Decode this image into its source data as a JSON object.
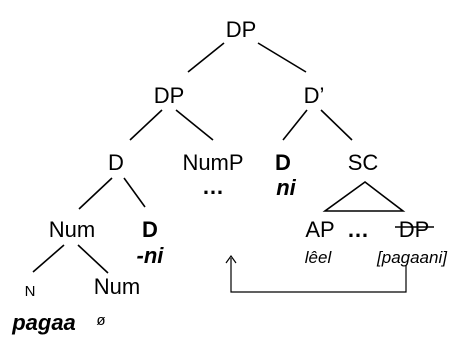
{
  "diagram": {
    "nodes": {
      "dp_root": "DP",
      "dp_left": "DP",
      "d_bar": "D’",
      "d_lower": "D",
      "nump": "NumP",
      "d_ni": "D",
      "sc": "SC",
      "nump_dots": "…",
      "ni": "ni",
      "num": "Num",
      "d_suffix": "D",
      "ap": "AP",
      "ap_dots": "…",
      "dp_struck": "DP",
      "suffix_ni": "-ni",
      "leel": "lêel",
      "pagaani": "[pagaani]",
      "n": "N",
      "num_lower": "Num",
      "pagaa": "pagaa",
      "null": "ø"
    }
  }
}
